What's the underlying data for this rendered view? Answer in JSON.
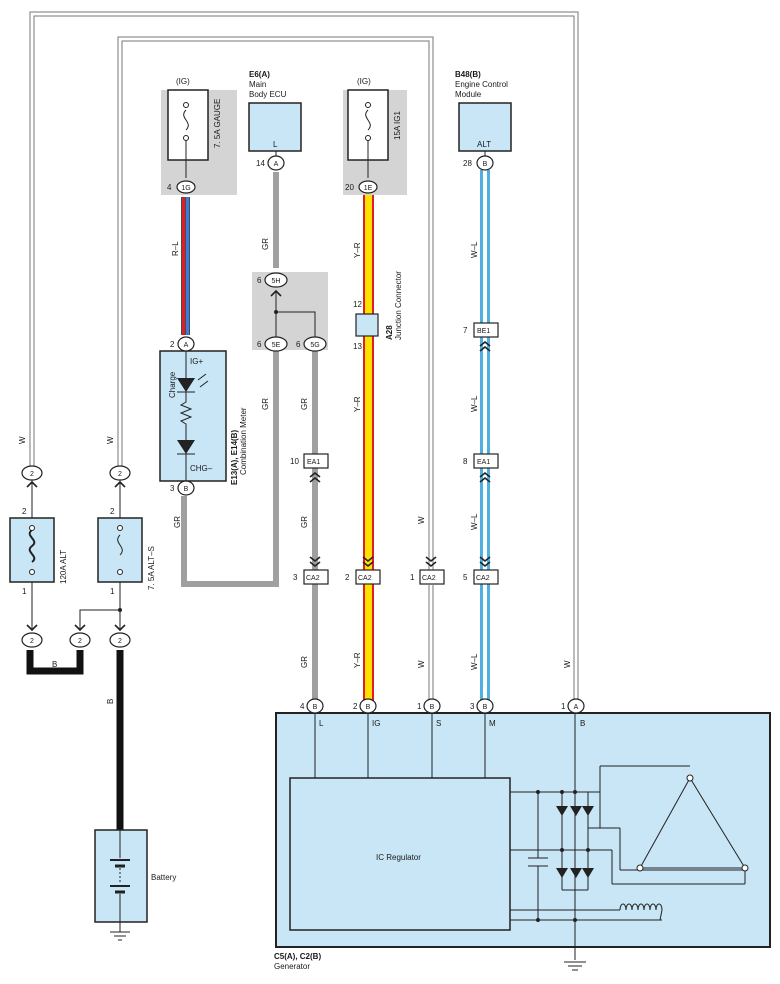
{
  "colors": {
    "component_fill": "#c8e6f5",
    "shade": "#d4d4d4",
    "wire_gray": "#a0a0a0",
    "wire_black": "#111111",
    "wire_red": "#e01e2a",
    "wire_yellow": "#ffe100",
    "wire_blue": "#4fb0e0"
  },
  "fuse_gauge": {
    "ig": "(IG)",
    "name": "7. 5A GAUGE",
    "pin": "4",
    "conn": "1G"
  },
  "main_body_ecu": {
    "id": "E6(A)",
    "line1": "Main",
    "line2": "Body ECU",
    "terminal": "L",
    "pin": "14",
    "conn": "A"
  },
  "fuse_ig1": {
    "ig": "(IG)",
    "name": "15A IG1",
    "pin": "20",
    "conn": "1E"
  },
  "ecm": {
    "id": "B48(B)",
    "line1": "Engine Control",
    "line2": "Module",
    "terminal": "ALT",
    "pin": "28",
    "conn": "B"
  },
  "junction_box": {
    "top_pin": "6",
    "top_conn": "5H",
    "left_pin": "6",
    "left_conn": "5E",
    "right_pin": "6",
    "right_conn": "5G"
  },
  "junction_connector": {
    "id": "A28",
    "name": "Junction Connector",
    "pin_top": "12",
    "pin_bottom": "13"
  },
  "combination_meter": {
    "id": "E13(A), E14(B)",
    "name": "Combination Meter",
    "ig_plus": "IG+",
    "charge": "Charge",
    "chg_minus": "CHG–",
    "pin_top": "2",
    "conn_top": "A",
    "pin_bottom": "3",
    "conn_bottom": "B"
  },
  "be1": {
    "pin": "7",
    "conn": "BE1"
  },
  "ea1_left": {
    "pin": "10",
    "conn": "EA1"
  },
  "ea1_right": {
    "pin": "8",
    "conn": "EA1"
  },
  "ca2": [
    {
      "pin": "3",
      "conn": "CA2"
    },
    {
      "pin": "2",
      "conn": "CA2"
    },
    {
      "pin": "1",
      "conn": "CA2"
    },
    {
      "pin": "5",
      "conn": "CA2"
    }
  ],
  "fuse_alt": {
    "name": "120A ALT",
    "pin_top": "2",
    "pin_bottom": "1"
  },
  "fuse_alt_s": {
    "name": "7. 5A ALT–S",
    "pin_top": "2",
    "pin_bottom": "1"
  },
  "connector_pin": "2",
  "battery": {
    "name": "Battery"
  },
  "generator": {
    "id": "C5(A), C2(B)",
    "name": "Generator",
    "regulator": "IC Regulator",
    "terminals": [
      {
        "pin": "4",
        "conn": "B",
        "label": "L"
      },
      {
        "pin": "2",
        "conn": "B",
        "label": "IG"
      },
      {
        "pin": "1",
        "conn": "B",
        "label": "S"
      },
      {
        "pin": "3",
        "conn": "B",
        "label": "M"
      },
      {
        "pin": "1",
        "conn": "A",
        "label": "B"
      }
    ]
  },
  "wire_labels": {
    "w": "W",
    "rl": "R–L",
    "gr": "GR",
    "yr": "Y–R",
    "wl": "W–L",
    "b": "B"
  }
}
